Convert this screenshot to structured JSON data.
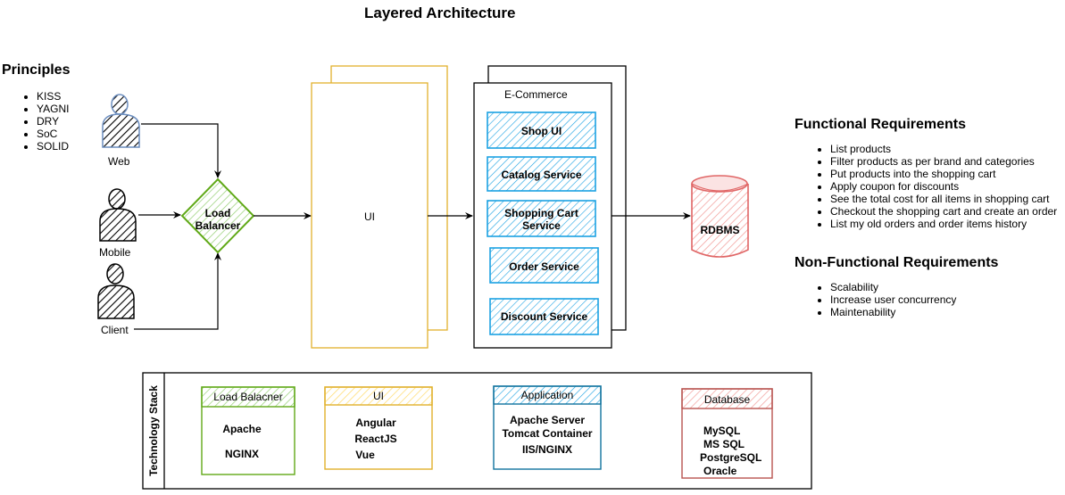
{
  "title": "Layered Architecture",
  "principles": {
    "heading": "Principles",
    "items": [
      "KISS",
      "YAGNI",
      "DRY",
      "SoC",
      "SOLID"
    ]
  },
  "actors": [
    {
      "label": "Web",
      "icon": "user-icon",
      "color": "#6c8ebf"
    },
    {
      "label": "Mobile",
      "icon": "user-icon",
      "color": "#000000"
    },
    {
      "label": "Client",
      "icon": "user-icon",
      "color": "#000000"
    }
  ],
  "load_balancer": {
    "label_line1": "Load",
    "label_line2": "Balancer",
    "color": "#82b366"
  },
  "ui_layer": {
    "label": "UI",
    "color": "#d6a520"
  },
  "ecommerce": {
    "title": "E-Commerce",
    "services": [
      {
        "label_line1": "Shop UI",
        "label_line2": ""
      },
      {
        "label_line1": "Catalog Service",
        "label_line2": ""
      },
      {
        "label_line1": "Shopping Cart",
        "label_line2": "Service"
      },
      {
        "label_line1": "Order Service",
        "label_line2": ""
      },
      {
        "label_line1": "Discount Service",
        "label_line2": ""
      }
    ],
    "service_color": "#1ba1e2"
  },
  "database": {
    "label": "RDBMS",
    "color": "#b85450"
  },
  "functional": {
    "heading": "Functional Requirements",
    "items": [
      "List products",
      "Filter products as per brand and categories",
      "Put products into the shopping cart",
      "Apply coupon for discounts",
      "See the total cost for all items in shopping cart",
      "Checkout the shopping cart and create an order",
      "List my old orders and order items history"
    ]
  },
  "non_functional": {
    "heading": "Non-Functional Requirements",
    "items": [
      "Scalability",
      "Increase user concurrency",
      "Maintenability"
    ]
  },
  "tech_stack": {
    "label": "Technology Stack",
    "cards": [
      {
        "title": "Load Balacner",
        "items": [
          "Apache",
          "NGINX"
        ],
        "color": "#82b366",
        "fill": "#d5e8d4"
      },
      {
        "title": "UI",
        "items": [
          "Angular",
          "ReactJS",
          "Vue"
        ],
        "color": "#d6b656",
        "fill": "#fff2cc"
      },
      {
        "title": "Application",
        "items": [
          "Apache Server",
          "Tomcat Container",
          "IIS/NGINX"
        ],
        "color": "#10739e",
        "fill": "#b1ddf0"
      },
      {
        "title": "Database",
        "items": [
          "MySQL",
          "MS SQL",
          "PostgreSQL",
          "Oracle"
        ],
        "color": "#b85450",
        "fill": "#f8cecc"
      }
    ]
  }
}
